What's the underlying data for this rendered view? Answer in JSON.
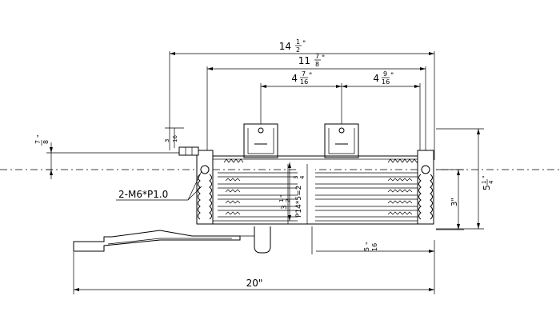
{
  "dimensions": {
    "overall_top": {
      "whole": "14",
      "num": "1",
      "den": "2",
      "unit": "\""
    },
    "inner_top": {
      "whole": "11",
      "num": "7",
      "den": "8",
      "unit": "\""
    },
    "left_span": {
      "whole": "4",
      "num": "7",
      "den": "16",
      "unit": "\""
    },
    "right_span": {
      "whole": "4",
      "num": "9",
      "den": "16",
      "unit": "\""
    },
    "left_offset": {
      "whole": "",
      "num": "7",
      "den": "8",
      "unit": "\""
    },
    "fitting_small": {
      "whole": "",
      "num": "3",
      "den": "16",
      "unit": "\""
    },
    "height_total": {
      "whole": "5",
      "num": "1",
      "den": "4",
      "unit": "\""
    },
    "height_core": {
      "text": "3\""
    },
    "bottom_small": {
      "whole": "",
      "num": "5",
      "den": "16",
      "unit": "\""
    },
    "bottom_overall": {
      "text": "20\""
    },
    "core_height": {
      "prefix": "3",
      "num": "1",
      "den": "2",
      "unit": "\""
    },
    "pitch_label": {
      "prefix": "P14*5=2",
      "num": "3",
      "den": "4"
    }
  },
  "callouts": {
    "thread": "2-M6*P1.0"
  }
}
